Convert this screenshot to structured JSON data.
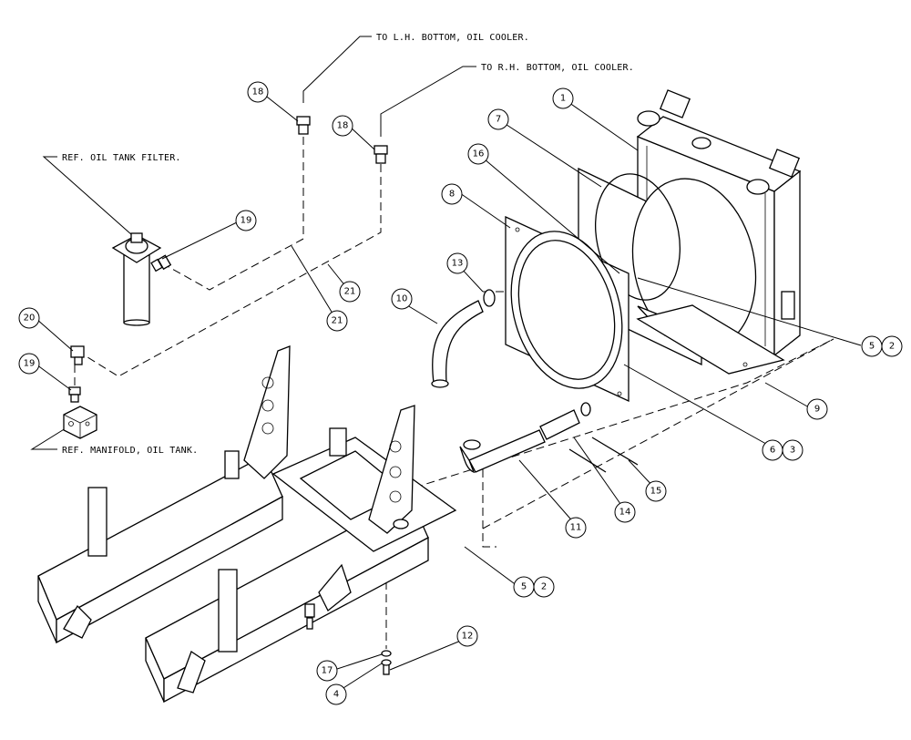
{
  "notes": {
    "lh_cooler": "TO L.H. BOTTOM, OIL COOLER.",
    "rh_cooler": "TO R.H. BOTTOM, OIL COOLER.",
    "tank_filter": "REF. OIL TANK FILTER.",
    "manifold": "REF. MANIFOLD, OIL TANK."
  },
  "callouts": [
    "1",
    "7",
    "16",
    "8",
    "13",
    "10",
    "18",
    "18",
    "19",
    "20",
    "19",
    "21",
    "21",
    "5",
    "2",
    "9",
    "6",
    "3",
    "15",
    "14",
    "11",
    "5",
    "2",
    "12",
    "17",
    "4"
  ]
}
